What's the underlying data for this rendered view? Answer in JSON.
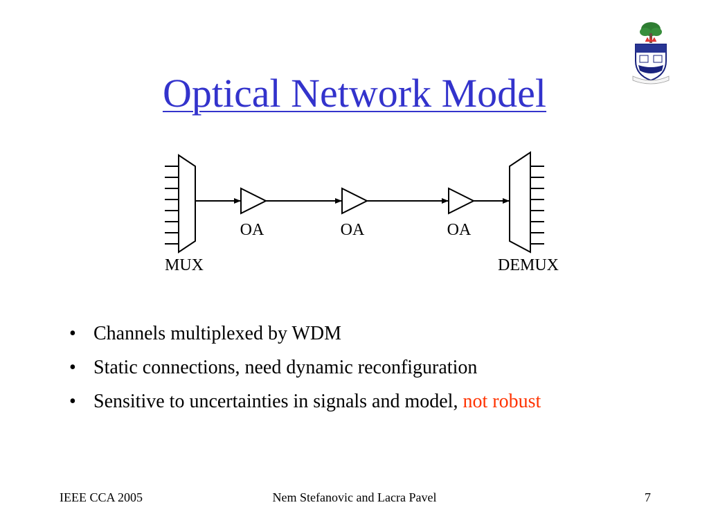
{
  "slide": {
    "title": "Optical Network Model"
  },
  "diagram": {
    "mux_label": "MUX",
    "demux_label": "DEMUX",
    "amplifier_labels": [
      "OA",
      "OA",
      "OA"
    ]
  },
  "bullets": [
    {
      "text": "Channels multiplexed by WDM",
      "highlight": ""
    },
    {
      "text": "Static connections, need dynamic reconfiguration",
      "highlight": ""
    },
    {
      "text": "Sensitive to uncertainties in signals and model, ",
      "highlight": "not robust"
    }
  ],
  "bullet_symbol": "•",
  "footer": {
    "left": "IEEE CCA 2005",
    "center": "Nem Stefanovic and Lacra Pavel",
    "page_number": "7"
  },
  "colors": {
    "title": "#3333cc",
    "highlight": "#ff3300"
  },
  "icons": {
    "crest": "university-crest-icon"
  }
}
